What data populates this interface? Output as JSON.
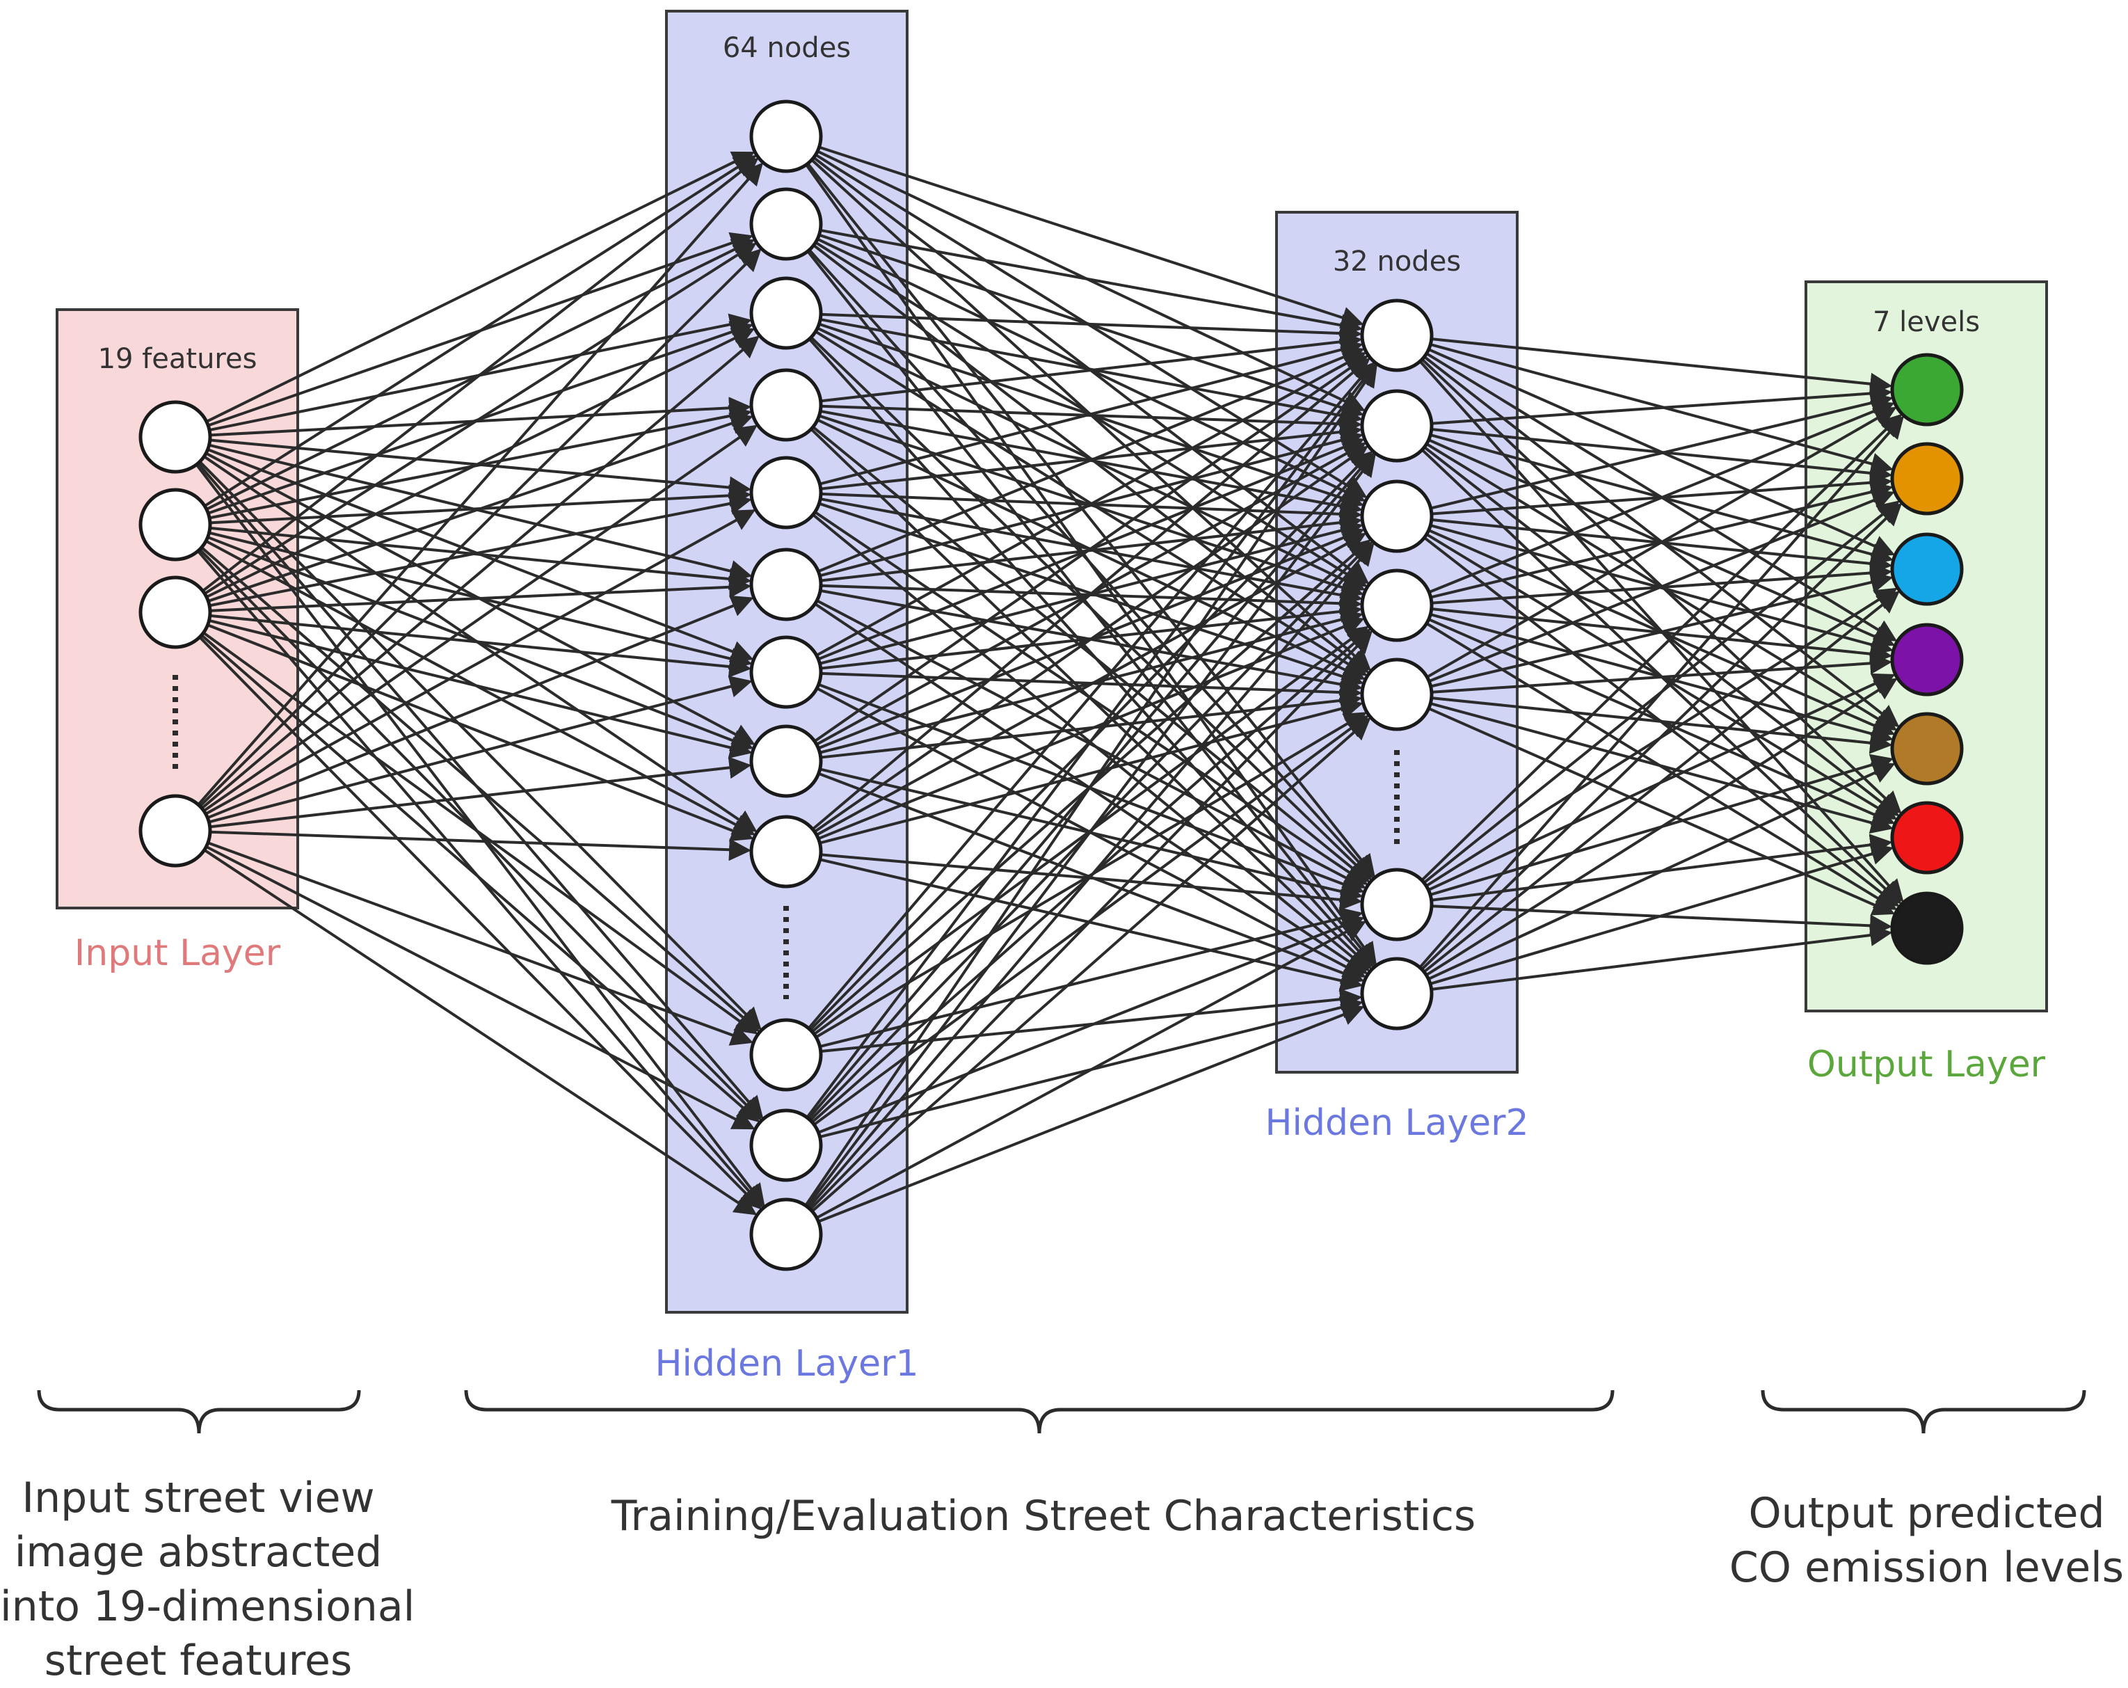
{
  "layers": {
    "input": {
      "count_label": "19 features",
      "name": "Input Layer",
      "name_color": "#e07a7a"
    },
    "hidden1": {
      "count_label": "64 nodes",
      "name": "Hidden Layer1",
      "name_color": "#6a78e0"
    },
    "hidden2": {
      "count_label": "32 nodes",
      "name": "Hidden Layer2",
      "name_color": "#6a78e0"
    },
    "output": {
      "count_label": "7 levels",
      "name": "Output Layer",
      "name_color": "#5aa83c",
      "node_colors": [
        "#3aa832",
        "#e39200",
        "#14a6e6",
        "#7c12a8",
        "#b07a28",
        "#ee1616",
        "#1c1c1c"
      ]
    }
  },
  "captions": {
    "input": [
      "Input street view",
      "image abstracted",
      "into 19-dimensional",
      "street features"
    ],
    "training": [
      "Training/Evaluation Street Characteristics"
    ],
    "output": [
      "Output predicted",
      "CO emission levels"
    ]
  }
}
